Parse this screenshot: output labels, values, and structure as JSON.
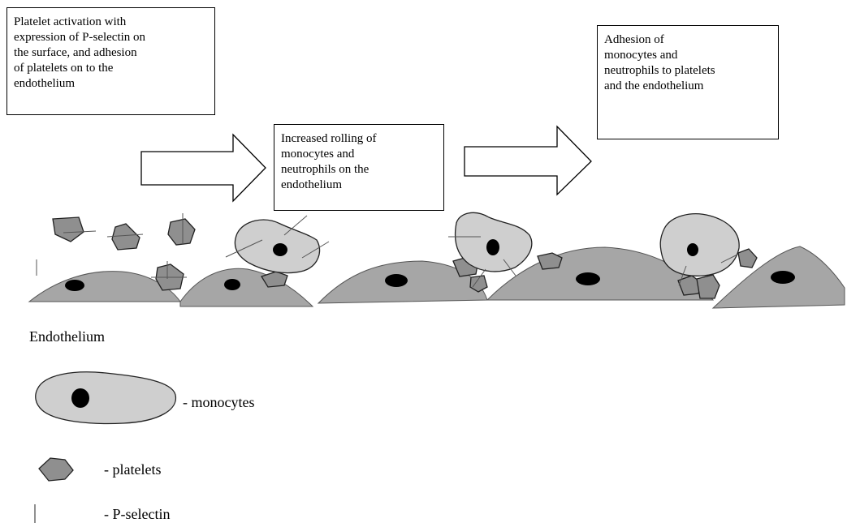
{
  "boxes": {
    "step1": [
      "Platelet activation with",
      "expression of P-selectin on",
      "the surface, and adhesion",
      "of  platelets on to the",
      "endothelium"
    ],
    "step2": [
      "Increased rolling of",
      "monocytes and",
      "neutrophils on the",
      "endothelium"
    ],
    "step3": [
      "Adhesion of",
      "monocytes and",
      "neutrophils to platelets",
      "and the endothelium"
    ]
  },
  "legend": {
    "endothelium": "Endothelium",
    "monocytes": "- monocytes",
    "platelets": "- platelets",
    "p_selectin": "- P-selectin"
  },
  "colors": {
    "endothelium_fill": "#a6a6a6",
    "monocyte_fill": "#cfcfcf",
    "platelet_fill": "#8f8f8f",
    "nucleus": "#000000"
  }
}
